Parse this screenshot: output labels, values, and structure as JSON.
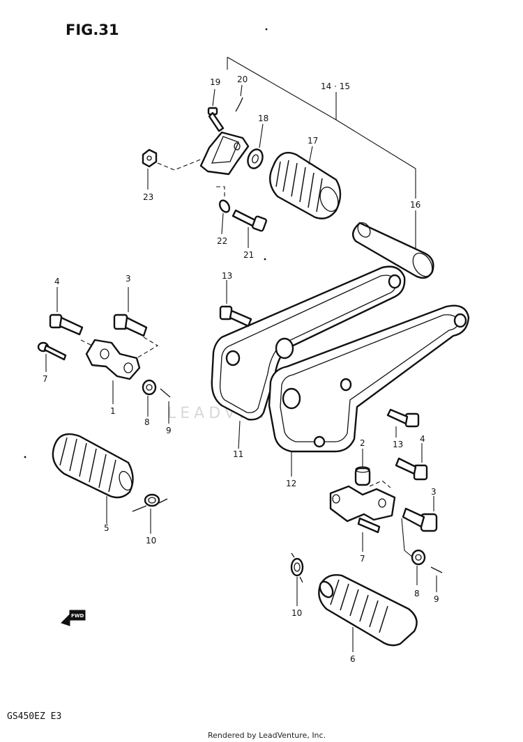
{
  "figure": {
    "title": "FIG.31",
    "model": "GS450EZ  E3"
  },
  "footer": {
    "credit": "Rendered by LeadVenture, Inc."
  },
  "watermark": {
    "text": "LEADVENTURE"
  },
  "fwd_badge": {
    "text": "FWD"
  },
  "callouts": [
    {
      "id": "c19",
      "label": "19"
    },
    {
      "id": "c20",
      "label": "20"
    },
    {
      "id": "c14_15",
      "label": "14 · 15"
    },
    {
      "id": "c18",
      "label": "18"
    },
    {
      "id": "c17",
      "label": "17"
    },
    {
      "id": "c23",
      "label": "23"
    },
    {
      "id": "c16",
      "label": "16"
    },
    {
      "id": "c22",
      "label": "22"
    },
    {
      "id": "c21",
      "label": "21"
    },
    {
      "id": "c4a",
      "label": "4"
    },
    {
      "id": "c3a",
      "label": "3"
    },
    {
      "id": "c13a",
      "label": "13"
    },
    {
      "id": "c7a",
      "label": "7"
    },
    {
      "id": "c1",
      "label": "1"
    },
    {
      "id": "c8a",
      "label": "8"
    },
    {
      "id": "c9a",
      "label": "9"
    },
    {
      "id": "c11",
      "label": "11"
    },
    {
      "id": "c13b",
      "label": "13"
    },
    {
      "id": "c4b",
      "label": "4"
    },
    {
      "id": "c2",
      "label": "2"
    },
    {
      "id": "c12",
      "label": "12"
    },
    {
      "id": "c5",
      "label": "5"
    },
    {
      "id": "c10a",
      "label": "10"
    },
    {
      "id": "c3b",
      "label": "3"
    },
    {
      "id": "c7b",
      "label": "7"
    },
    {
      "id": "c8b",
      "label": "8"
    },
    {
      "id": "c9b",
      "label": "9"
    },
    {
      "id": "c10b",
      "label": "10"
    },
    {
      "id": "c6",
      "label": "6"
    }
  ]
}
